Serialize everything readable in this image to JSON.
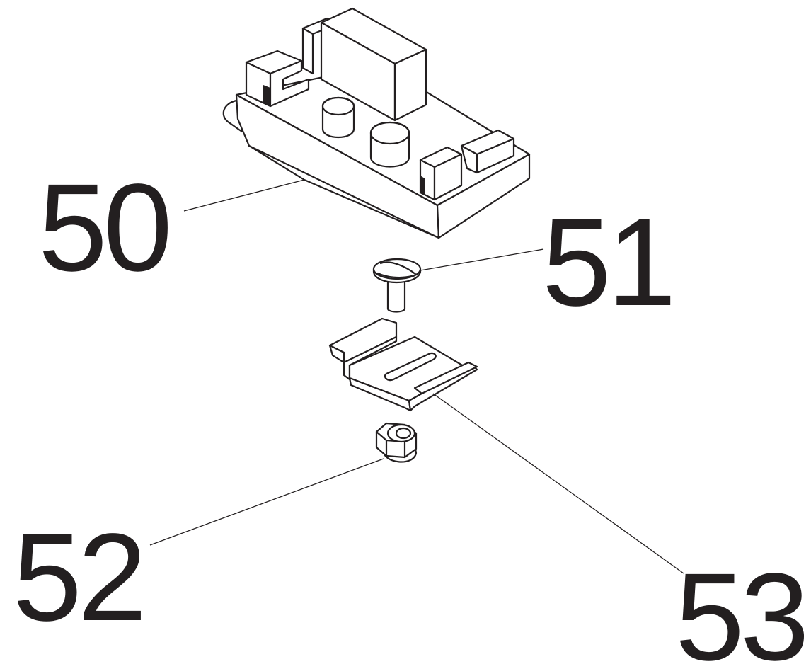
{
  "callouts": [
    {
      "id": "50",
      "label": "50",
      "part": "relay-circuit-board"
    },
    {
      "id": "51",
      "label": "51",
      "part": "screw"
    },
    {
      "id": "52",
      "label": "52",
      "part": "lock-nut"
    },
    {
      "id": "53",
      "label": "53",
      "part": "mounting-clip"
    }
  ],
  "colors": {
    "line": "#231f20",
    "background": "#ffffff"
  }
}
